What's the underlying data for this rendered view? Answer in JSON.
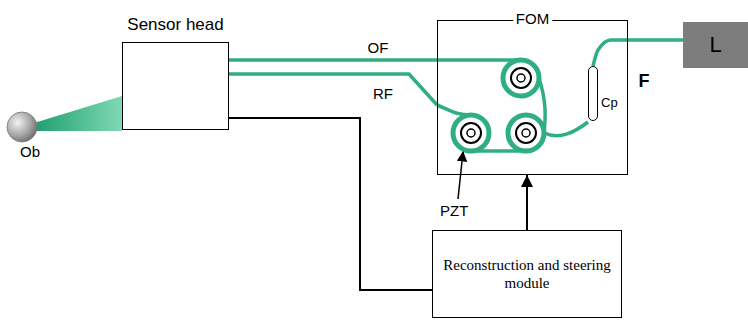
{
  "diagram": {
    "nodes": [
      {
        "text": [
          "Sensor head"
        ]
      },
      {
        "text": [
          "FOM"
        ]
      },
      {
        "text": [
          "Cp"
        ],
        "in": 1
      },
      {
        "text": [
          "L"
        ]
      },
      {
        "text": [
          "Reconstruction and steering module"
        ]
      }
    ],
    "edges": [
      {
        "from": 0,
        "to": 1,
        "arrow": "none",
        "label": "OF"
      },
      {
        "from": 0,
        "to": 1,
        "arrow": "none",
        "label": "RF"
      },
      {
        "from": 2,
        "to": 3,
        "arrow": "none",
        "label": "F"
      },
      {
        "from": 0,
        "to": 4,
        "arrow": "none"
      },
      {
        "from": 4,
        "to": 1,
        "arrow": "to"
      }
    ],
    "labels": [
      "Ob",
      "PZT"
    ]
  }
}
